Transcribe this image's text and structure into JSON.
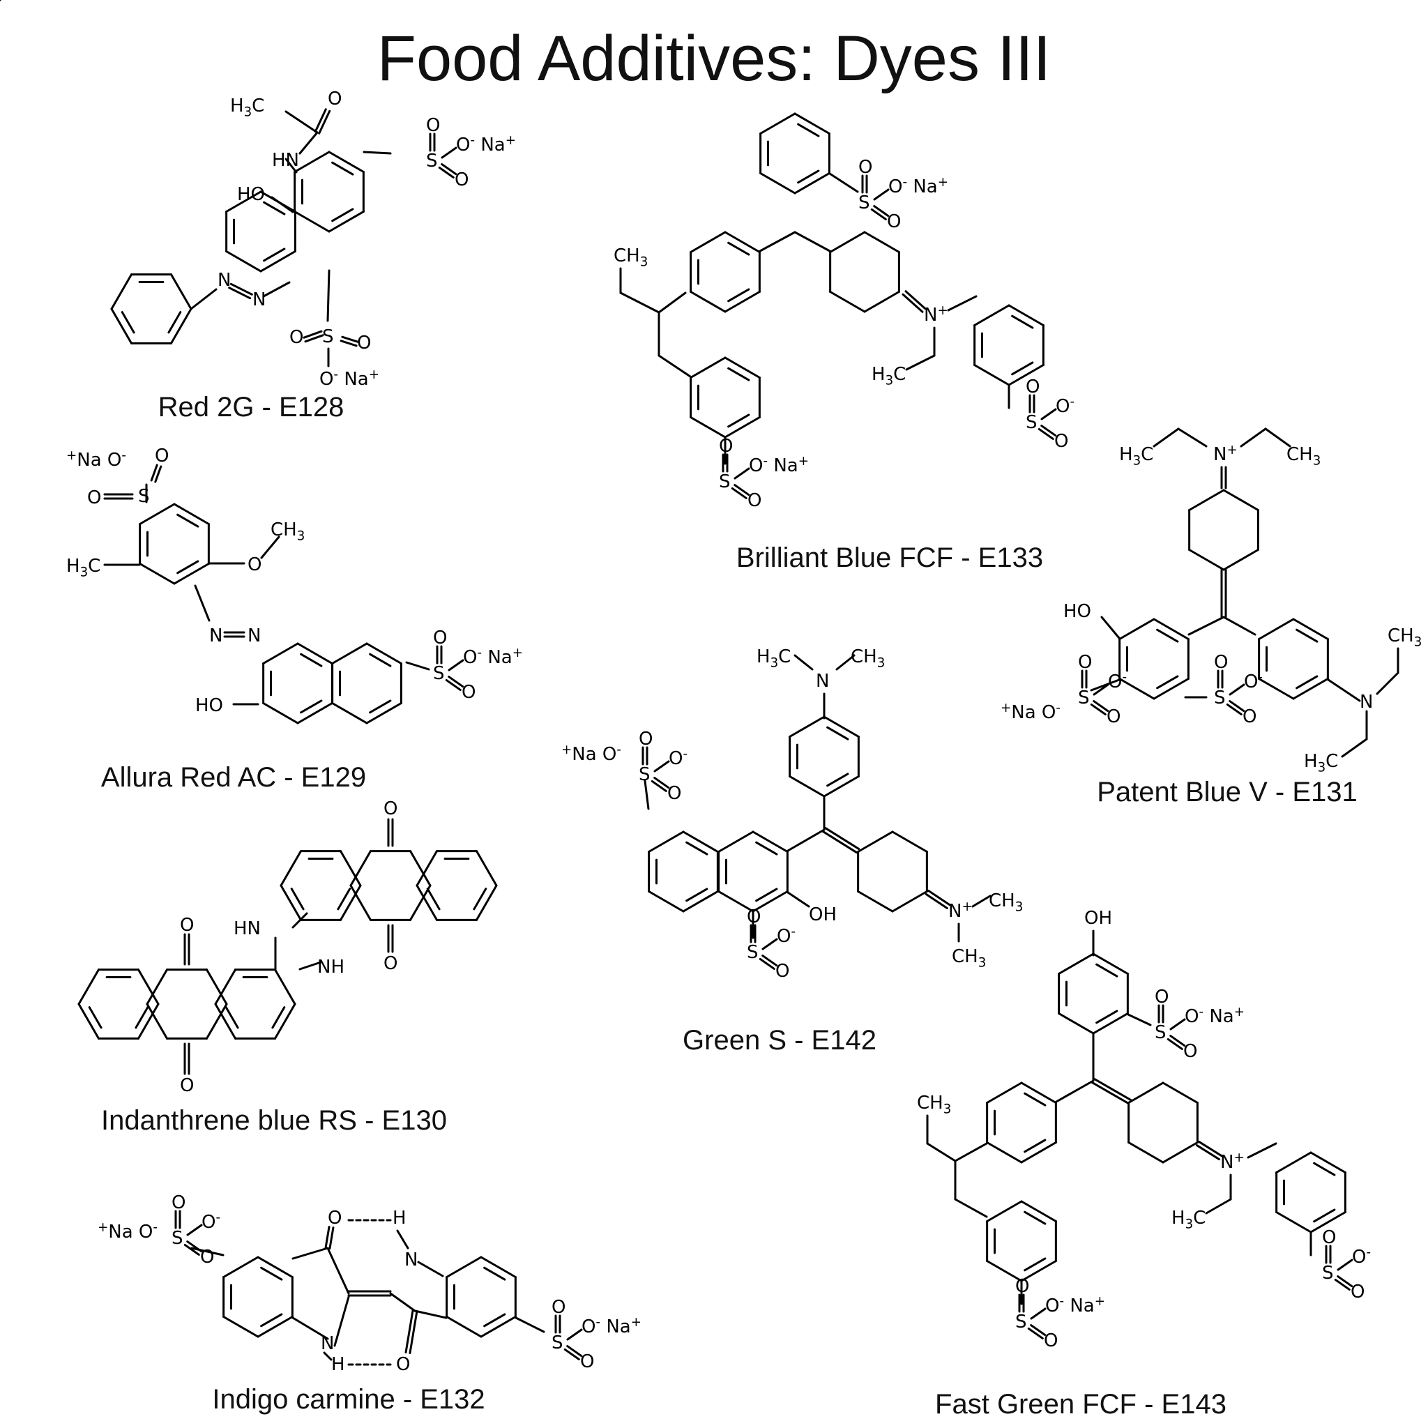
{
  "title": "Food Additives: Dyes III",
  "dyes": [
    {
      "name": "Red 2G - E128"
    },
    {
      "name": "Brilliant Blue FCF - E133"
    },
    {
      "name": "Allura Red AC - E129"
    },
    {
      "name": "Patent Blue V - E131"
    },
    {
      "name": "Green S - E142"
    },
    {
      "name": "Indanthrene blue RS - E130"
    },
    {
      "name": "Indigo carmine - E132"
    },
    {
      "name": "Fast Green FCF - E143"
    }
  ],
  "atoms": {
    "ch3": "CH",
    "h3c": "H",
    "sub3": "3",
    "c": "C",
    "o": "O",
    "s": "S",
    "n": "N",
    "hn": "HN",
    "nh": "NH",
    "ho": "HO",
    "oh": "OH",
    "na": "Na",
    "plus": "+",
    "minus": "-",
    "h": "H"
  }
}
